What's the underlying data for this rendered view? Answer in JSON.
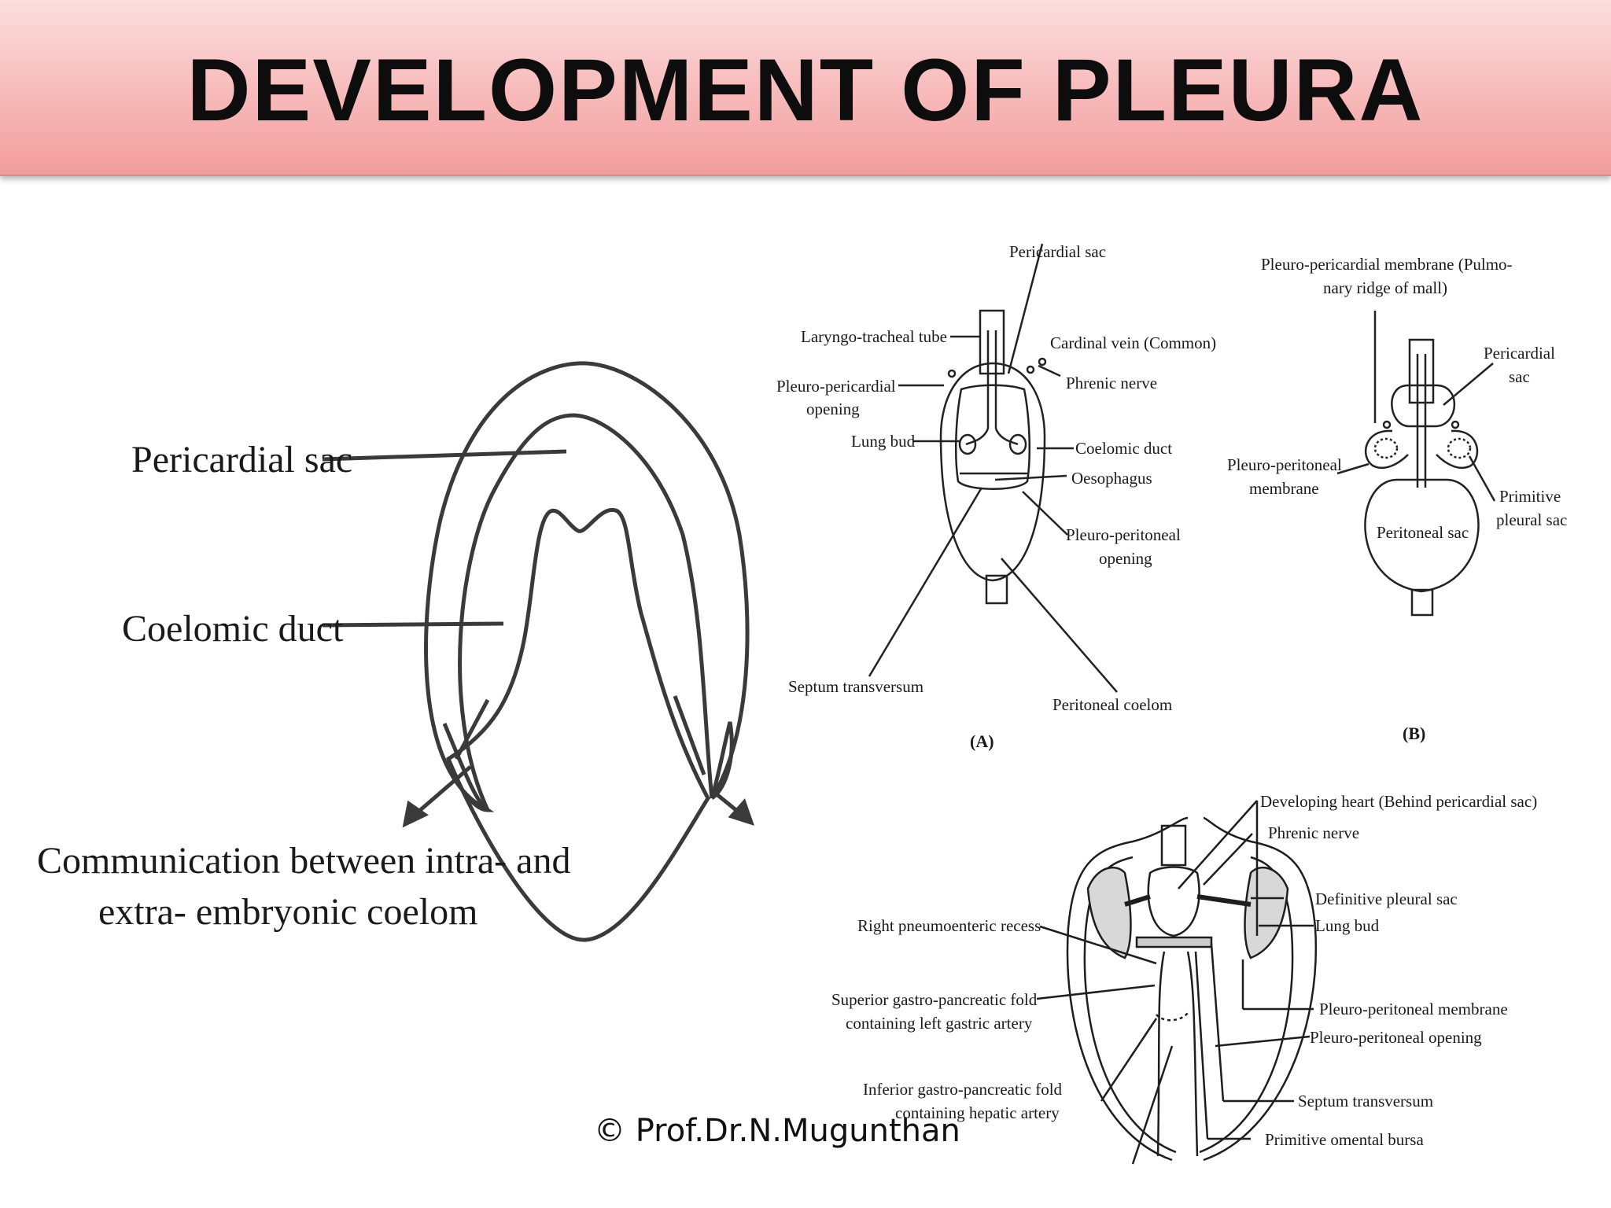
{
  "slide": {
    "title": "DEVELOPMENT OF PLEURA"
  },
  "left_diagram": {
    "labels": {
      "pericardial_sac": "Pericardial sac",
      "coelomic_duct": "Coelomic duct",
      "communication_line1": "Communication between intra- and",
      "communication_line2": "extra- embryonic coelom"
    }
  },
  "diagram_a": {
    "caption": "(A)",
    "labels": {
      "pericardial_sac": "Pericardial sac",
      "laryngo_tracheal_tube": "Laryngo-tracheal tube",
      "cardinal_vein": "Cardinal vein (Common)",
      "pleuro_pericardial_1": "Pleuro-pericardial",
      "pleuro_pericardial_2": "opening",
      "phrenic_nerve": "Phrenic nerve",
      "lung_bud": "Lung bud",
      "coelomic_duct": "Coelomic duct",
      "oesophagus": "Oesophagus",
      "pleuro_peritoneal_1": "Pleuro-peritoneal",
      "pleuro_peritoneal_2": "opening",
      "septum_transversum": "Septum transversum",
      "peritoneal_coelom": "Peritoneal coelom"
    }
  },
  "diagram_b": {
    "caption": "(B)",
    "labels": {
      "membrane_1": "Pleuro-pericardial membrane (Pulmo-",
      "membrane_2": "nary ridge of mall)",
      "pericardial_1": "Pericardial",
      "pericardial_2": "sac",
      "pp_membrane_1": "Pleuro-peritoneal",
      "pp_membrane_2": "membrane",
      "primitive_1": "Primitive",
      "primitive_2": "pleural sac",
      "peritoneal_sac": "Peritoneal sac"
    }
  },
  "diagram_c": {
    "labels": {
      "developing_heart": "Developing heart (Behind pericardial sac)",
      "phrenic_nerve": "Phrenic nerve",
      "definitive_pleural_sac": "Definitive pleural sac",
      "lung_bud": "Lung bud",
      "right_recess": "Right pneumoenteric recess",
      "superior_fold_1": "Superior gastro-pancreatic fold",
      "superior_fold_2": "containing left gastric artery",
      "pp_membrane": "Pleuro-peritoneal membrane",
      "pp_opening": "Pleuro-peritoneal opening",
      "inferior_fold_1": "Inferior gastro-pancreatic fold",
      "inferior_fold_2": "containing hepatic artery",
      "septum_transversum": "Septum transversum",
      "omental_bursa": "Primitive omental bursa"
    }
  },
  "footer": {
    "copyright": "© Prof.Dr.N.Mugunthan"
  }
}
